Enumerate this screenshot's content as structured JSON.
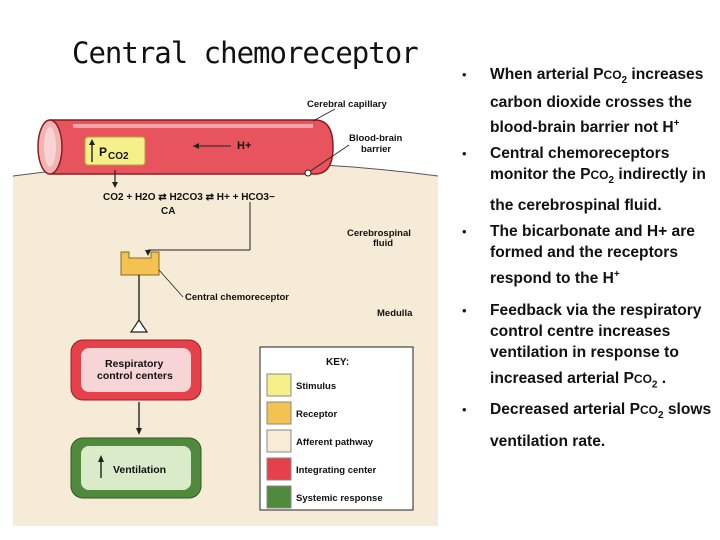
{
  "title": "Central chemoreceptor",
  "diagram": {
    "cerebral_capillary": "Cerebral capillary",
    "pco2_symbol": "P",
    "pco2_sub": "CO2",
    "h_plus": "H+",
    "blood_brain_barrier_1": "Blood-brain",
    "blood_brain_barrier_2": "barrier",
    "equation": "CO2 + H2O ⇄ H2CO3 ⇄ H+ + HCO3−",
    "ca": "CA",
    "csf_1": "Cerebrospinal",
    "csf_2": "fluid",
    "central_chemoreceptor": "Central chemoreceptor",
    "medulla": "Medulla",
    "resp_center_1": "Respiratory",
    "resp_center_2": "control centers",
    "ventilation": "Ventilation",
    "key_title": "KEY:",
    "key": [
      {
        "label": "Stimulus",
        "color": "#f6f08a"
      },
      {
        "label": "Receptor",
        "color": "#f3c253"
      },
      {
        "label": "Afferent pathway",
        "color": "#f7ecd6"
      },
      {
        "label": "Integrating center",
        "color": "#e6404a"
      },
      {
        "label": "Systemic response",
        "color": "#4f8a3c"
      }
    ]
  },
  "bullets": [
    {
      "pre": "When arterial P",
      "sub": "CO",
      "sub2": "2",
      "post": " increases carbon dioxide crosses the blood-brain barrier not H",
      "sup": "+"
    },
    {
      "pre": "Central chemoreceptors monitor the P",
      "sub": "CO",
      "sub2": "2",
      "post": " indirectly  in the cerebrospinal fluid.",
      "sup": ""
    },
    {
      "pre": "The bicarbonate and H+ are formed and the receptors respond to the H",
      "sub": "",
      "sub2": "",
      "post": "",
      "sup": "+"
    },
    {
      "pre": "Feedback via the respiratory control centre increases ventilation in response to increased arterial P",
      "sub": "CO",
      "sub2": "2",
      "post": " .",
      "sup": ""
    },
    {
      "pre": "Decreased arterial P",
      "sub": "CO",
      "sub2": "2",
      "post": " slows ventilation rate.",
      "sup": ""
    }
  ]
}
